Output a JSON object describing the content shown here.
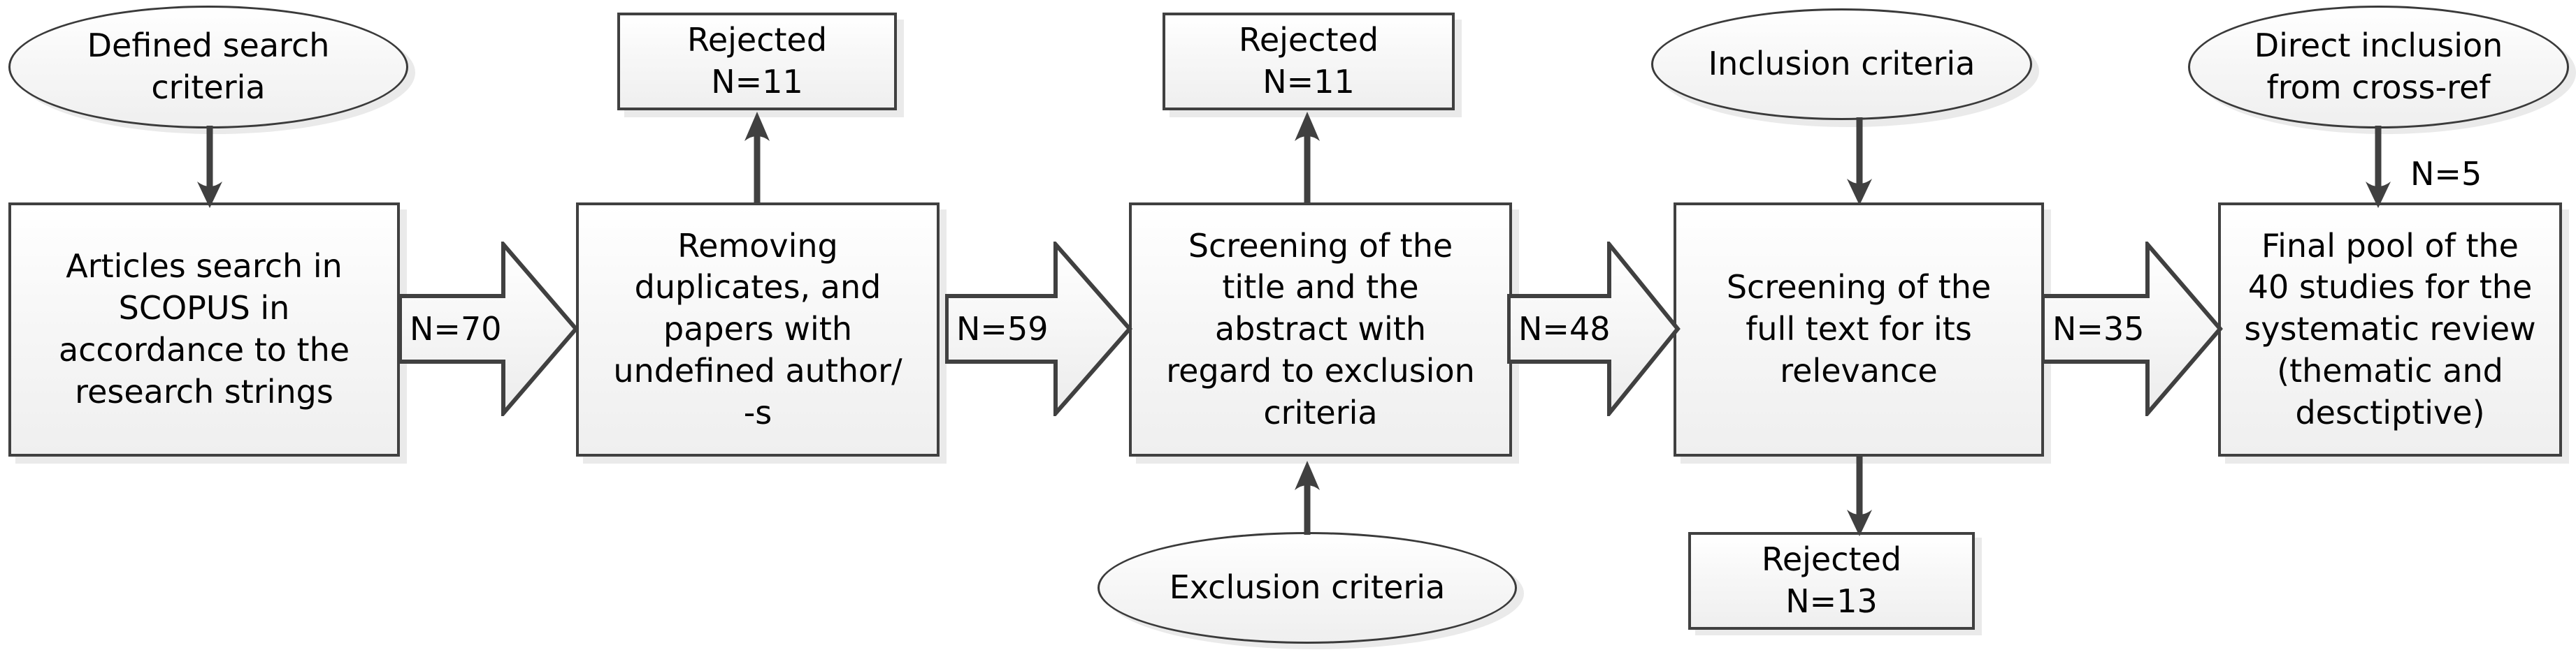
{
  "diagram": {
    "title": "Systematic review article selection flowchart",
    "colors": {
      "node_border": "#404040",
      "node_fill_top": "#ffffff",
      "node_fill_bottom": "#efefef",
      "arrow_stroke": "#404040",
      "text": "#000000"
    }
  },
  "top_row": {
    "defined_search_criteria": "Defined search\ncriteria",
    "rejected_1": "Rejected\nN=11",
    "rejected_2": "Rejected\nN=11",
    "inclusion_criteria": "Inclusion criteria",
    "direct_inclusion": "Direct inclusion\nfrom cross-ref",
    "direct_inclusion_count": "N=5"
  },
  "stages": [
    {
      "id": "stage-1",
      "label": "Articles search in\nSCOPUS in\naccordance to the\nresearch strings"
    },
    {
      "id": "stage-2",
      "label": "Removing\nduplicates, and\npapers with\nundefined author/\n-s"
    },
    {
      "id": "stage-3",
      "label": "Screening of the\ntitle and the\nabstract with\nregard to  exclusion\ncriteria"
    },
    {
      "id": "stage-4",
      "label": "Screening of the\nfull text for its\nrelevance"
    },
    {
      "id": "stage-5",
      "label": "Final pool of the\n40 studies for the\nsystematic review\n(thematic and\ndesctiptive)"
    }
  ],
  "flow_arrows": [
    {
      "id": "arrow-1",
      "label": "N=70",
      "from": "stage-1",
      "to": "stage-2"
    },
    {
      "id": "arrow-2",
      "label": "N=59",
      "from": "stage-2",
      "to": "stage-3"
    },
    {
      "id": "arrow-3",
      "label": "N=48",
      "from": "stage-3",
      "to": "stage-4"
    },
    {
      "id": "arrow-4",
      "label": "N=35",
      "from": "stage-4",
      "to": "stage-5"
    }
  ],
  "bottom_row": {
    "exclusion_criteria": "Exclusion criteria",
    "rejected_3": "Rejected\nN=13"
  },
  "chart_data": {
    "type": "diagram",
    "title": "PRISMA-style study selection flow",
    "nodes": [
      {
        "name": "Defined search criteria",
        "shape": "ellipse",
        "row": "top"
      },
      {
        "name": "Articles search in SCOPUS in accordance to the research strings",
        "shape": "rect",
        "row": "main"
      },
      {
        "name": "Rejected N=11",
        "shape": "rect",
        "row": "top",
        "value": 11
      },
      {
        "name": "Removing duplicates, and papers with undefined author/-s",
        "shape": "rect",
        "row": "main"
      },
      {
        "name": "Rejected N=11",
        "shape": "rect",
        "row": "top",
        "value": 11
      },
      {
        "name": "Screening of the title and the abstract with regard to exclusion criteria",
        "shape": "rect",
        "row": "main"
      },
      {
        "name": "Exclusion criteria",
        "shape": "ellipse",
        "row": "bottom"
      },
      {
        "name": "Inclusion criteria",
        "shape": "ellipse",
        "row": "top"
      },
      {
        "name": "Screening of the full text for its relevance",
        "shape": "rect",
        "row": "main"
      },
      {
        "name": "Rejected N=13",
        "shape": "rect",
        "row": "bottom",
        "value": 13
      },
      {
        "name": "Direct inclusion from cross-ref",
        "shape": "ellipse",
        "row": "top",
        "value": 5
      },
      {
        "name": "Final pool of the 40 studies for the systematic review (thematic and desctiptive)",
        "shape": "rect",
        "row": "main",
        "value": 40
      }
    ],
    "edges": [
      {
        "from": "Articles search in SCOPUS in accordance to the research strings",
        "to": "Removing duplicates, and papers with undefined author/-s",
        "label": "N=70",
        "value": 70
      },
      {
        "from": "Removing duplicates, and papers with undefined author/-s",
        "to": "Screening of the title and the abstract with regard to exclusion criteria",
        "label": "N=59",
        "value": 59
      },
      {
        "from": "Screening of the title and the abstract with regard to exclusion criteria",
        "to": "Screening of the full text for its relevance",
        "label": "N=48",
        "value": 48
      },
      {
        "from": "Screening of the full text for its relevance",
        "to": "Final pool of the 40 studies for the systematic review (thematic and desctiptive)",
        "label": "N=35",
        "value": 35
      },
      {
        "from": "Direct inclusion from cross-ref",
        "to": "Final pool of the 40 studies for the systematic review (thematic and desctiptive)",
        "label": "N=5",
        "value": 5
      }
    ]
  }
}
